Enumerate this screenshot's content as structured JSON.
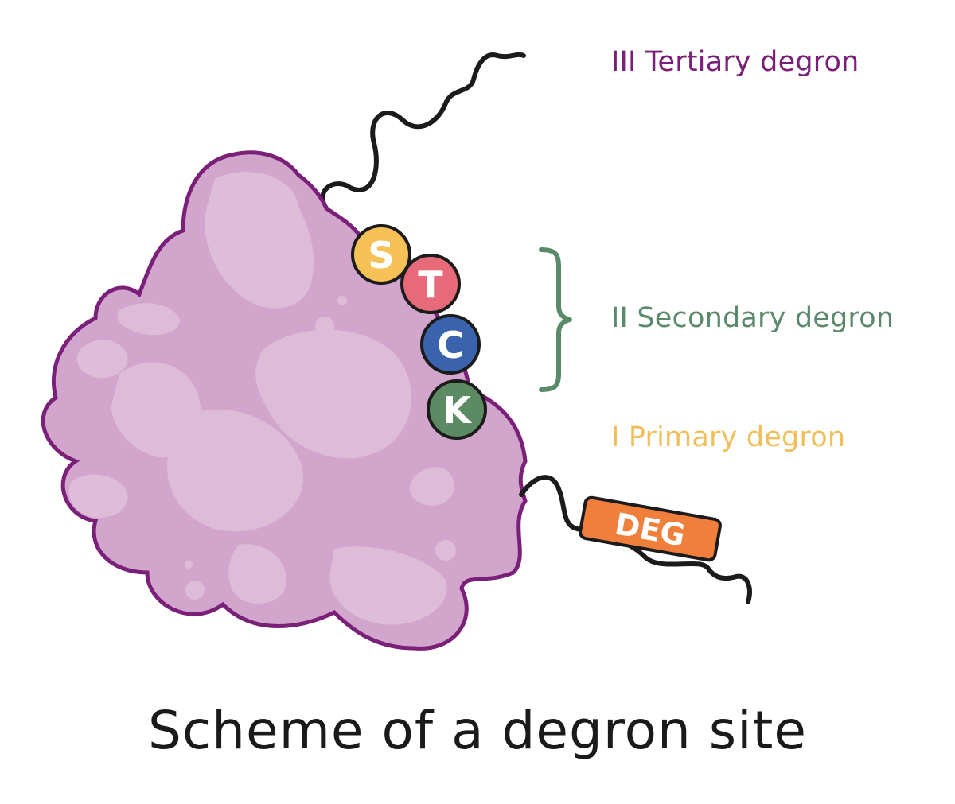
{
  "labels": {
    "tertiary": "III Tertiary degron",
    "secondary": "II Secondary degron",
    "primary": "I Primary degron"
  },
  "beads": [
    {
      "letter": "S",
      "color": "#f6c257"
    },
    {
      "letter": "T",
      "color": "#e76a7a"
    },
    {
      "letter": "C",
      "color": "#3a63ad"
    },
    {
      "letter": "K",
      "color": "#5c8a62"
    }
  ],
  "tag": {
    "text": "DEG",
    "color": "#f07f3c"
  },
  "caption": "Scheme of a degron site",
  "colors": {
    "protein_fill": "#d2a6cc",
    "protein_highlight": "#e1c0dc",
    "protein_outline": "#7b2079",
    "tertiary": "#7a1f77",
    "secondary": "#5a8a6a",
    "primary": "#f2be5a",
    "chain": "#1b1b1b"
  }
}
